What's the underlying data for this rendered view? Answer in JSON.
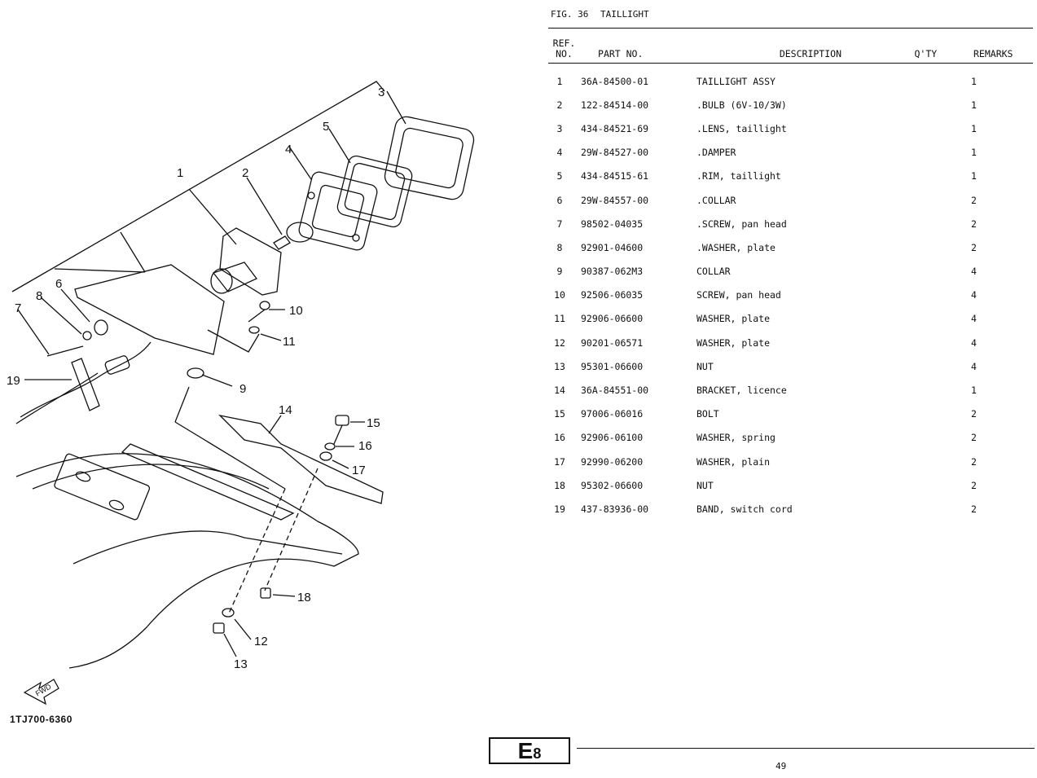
{
  "figure": {
    "number": "FIG. 36",
    "title": "TAILLIGHT"
  },
  "columns": {
    "ref": "REF.\nNO.",
    "part_no": "PART NO.",
    "description": "DESCRIPTION",
    "qty": "Q'TY",
    "remarks": "REMARKS"
  },
  "parts": [
    {
      "ref": "1",
      "part_no": "36A-84500-01",
      "description": "TAILLIGHT ASSY",
      "qty": "1"
    },
    {
      "ref": "2",
      "part_no": "122-84514-00",
      "description": ".BULB (6V-10/3W)",
      "qty": "1"
    },
    {
      "ref": "3",
      "part_no": "434-84521-69",
      "description": ".LENS, taillight",
      "qty": "1"
    },
    {
      "ref": "4",
      "part_no": "29W-84527-00",
      "description": ".DAMPER",
      "qty": "1"
    },
    {
      "ref": "5",
      "part_no": "434-84515-61",
      "description": ".RIM, taillight",
      "qty": "1"
    },
    {
      "ref": "6",
      "part_no": "29W-84557-00",
      "description": ".COLLAR",
      "qty": "2"
    },
    {
      "ref": "7",
      "part_no": "98502-04035",
      "description": ".SCREW, pan head",
      "qty": "2"
    },
    {
      "ref": "8",
      "part_no": "92901-04600",
      "description": ".WASHER, plate",
      "qty": "2"
    },
    {
      "ref": "9",
      "part_no": "90387-062M3",
      "description": "COLLAR",
      "qty": "4"
    },
    {
      "ref": "10",
      "part_no": "92506-06035",
      "description": "SCREW, pan head",
      "qty": "4"
    },
    {
      "ref": "11",
      "part_no": "92906-06600",
      "description": "WASHER, plate",
      "qty": "4"
    },
    {
      "ref": "12",
      "part_no": "90201-06571",
      "description": "WASHER, plate",
      "qty": "4"
    },
    {
      "ref": "13",
      "part_no": "95301-06600",
      "description": "NUT",
      "qty": "4"
    },
    {
      "ref": "14",
      "part_no": "36A-84551-00",
      "description": "BRACKET, licence",
      "qty": "1"
    },
    {
      "ref": "15",
      "part_no": "97006-06016",
      "description": "BOLT",
      "qty": "2"
    },
    {
      "ref": "16",
      "part_no": "92906-06100",
      "description": "WASHER, spring",
      "qty": "2"
    },
    {
      "ref": "17",
      "part_no": "92990-06200",
      "description": "WASHER, plain",
      "qty": "2"
    },
    {
      "ref": "18",
      "part_no": "95302-06600",
      "description": "NUT",
      "qty": "2"
    },
    {
      "ref": "19",
      "part_no": "437-83936-00",
      "description": "BAND, switch cord",
      "qty": "2"
    }
  ],
  "diagram": {
    "callouts": [
      "1",
      "2",
      "3",
      "4",
      "5",
      "6",
      "7",
      "8",
      "9",
      "10",
      "11",
      "12",
      "13",
      "14",
      "15",
      "16",
      "17",
      "18",
      "19"
    ],
    "fwd_label": "FWD",
    "code": "1TJ700-6360"
  },
  "footer": {
    "section": "E",
    "section_sub": "8",
    "page": "49"
  }
}
